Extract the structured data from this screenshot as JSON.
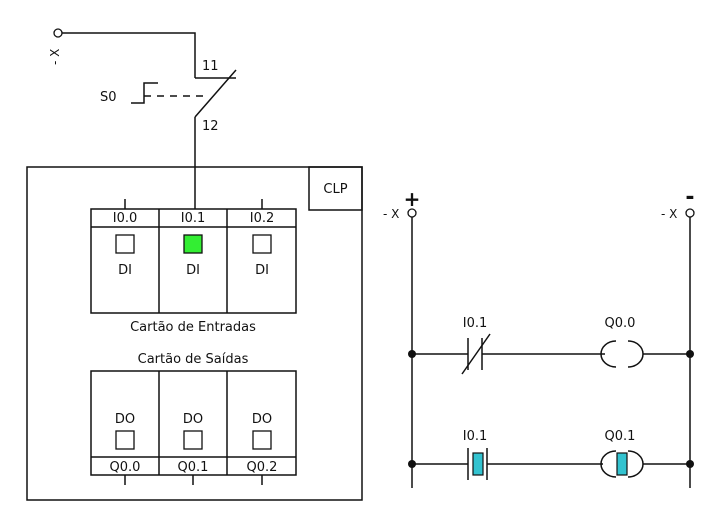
{
  "switch": {
    "supply_label": "- X",
    "name": "S0",
    "terminal_top": "11",
    "terminal_bottom": "12"
  },
  "plc": {
    "label": "CLP",
    "input_card": {
      "title": "Cartão de Entradas",
      "channels": [
        {
          "address": "I0.0",
          "type": "DI",
          "active": false
        },
        {
          "address": "I0.1",
          "type": "DI",
          "active": true
        },
        {
          "address": "I0.2",
          "type": "DI",
          "active": false
        }
      ]
    },
    "output_card": {
      "title": "Cartão de Saídas",
      "channels": [
        {
          "address": "Q0.0",
          "type": "DO",
          "active": false
        },
        {
          "address": "Q0.1",
          "type": "DO",
          "active": false
        },
        {
          "address": "Q0.2",
          "type": "DO",
          "active": false
        }
      ]
    }
  },
  "ladder": {
    "left_rail": {
      "sign": "+",
      "label": "- X"
    },
    "right_rail": {
      "sign": "-",
      "label": "- X"
    },
    "rungs": [
      {
        "contact_address": "I0.1",
        "contact_type": "normally-closed",
        "coil_address": "Q0.0",
        "energized": false
      },
      {
        "contact_address": "I0.1",
        "contact_type": "normally-open",
        "coil_address": "Q0.1",
        "energized": true
      }
    ]
  },
  "colors": {
    "input_active": "#33ee33",
    "energized": "#33c3d0",
    "line": "#111111"
  }
}
